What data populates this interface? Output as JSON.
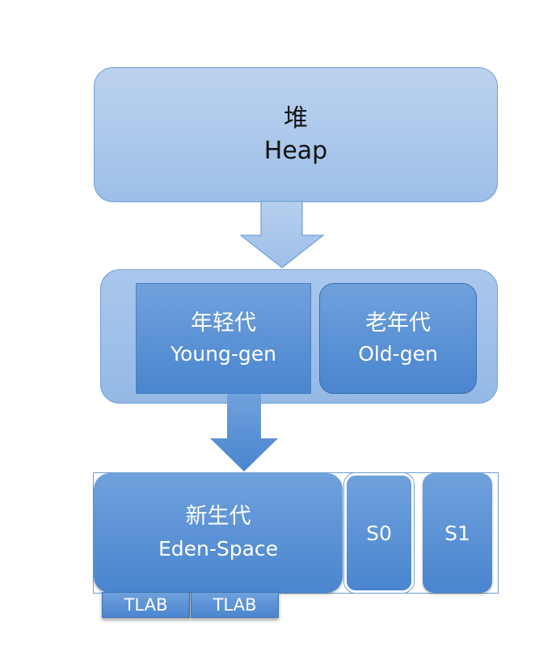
{
  "heap": {
    "label_zh": "堆",
    "label_en": "Heap"
  },
  "young_gen": {
    "label_zh": "年轻代",
    "label_en": "Young-gen"
  },
  "old_gen": {
    "label_zh": "老年代",
    "label_en": "Old-gen"
  },
  "eden": {
    "label_zh": "新生代",
    "label_en": "Eden-Space"
  },
  "survivor": {
    "s0": "S0",
    "s1": "S1"
  },
  "tlab": [
    "TLAB",
    "TLAB"
  ],
  "colors": {
    "light_blue": "#a9c6ec",
    "mid_blue": "#5b93d6",
    "border_blue": "#6f9fd6"
  }
}
